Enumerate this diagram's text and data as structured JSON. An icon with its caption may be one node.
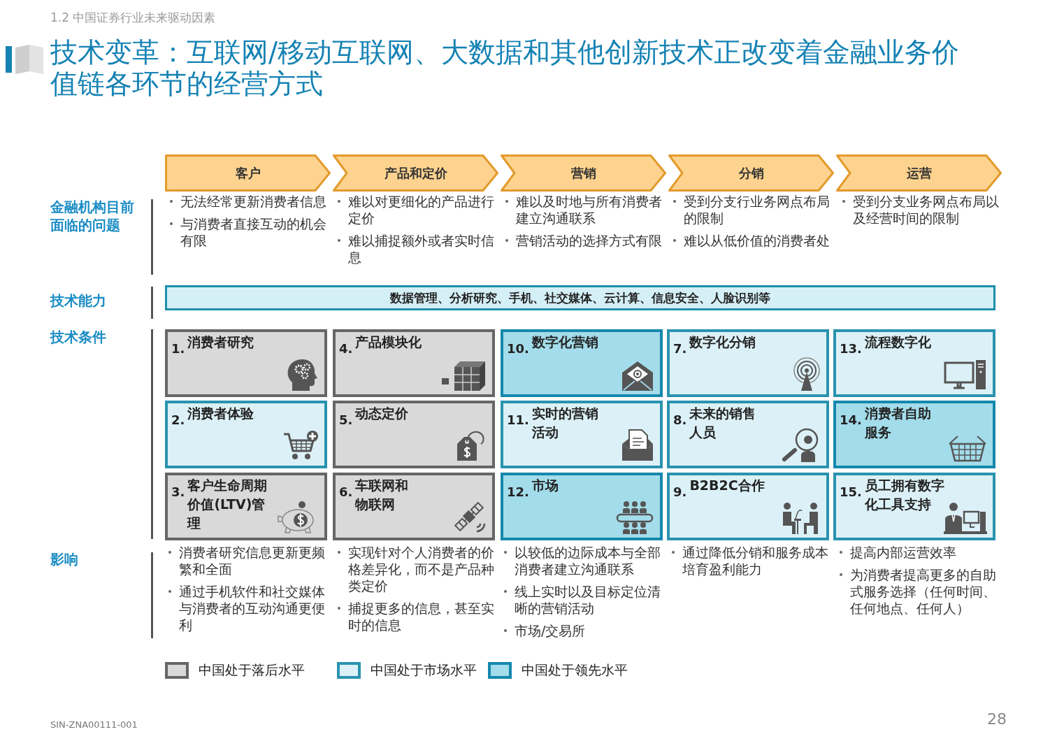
{
  "diagram": {
    "title": "技术变革：互联网/移动互联网、大数据和其他创新技术正改变着金融业务价值链各环节的经营方式",
    "nodes": [
      {
        "text": [
          "客户"
        ]
      },
      {
        "text": [
          "产品和定价"
        ]
      },
      {
        "text": [
          "营销"
        ]
      },
      {
        "text": [
          "分销"
        ]
      },
      {
        "text": [
          "运营"
        ]
      },
      {
        "text": [
          "数据管理、分析研究、手机、社交媒体、云计算、信息安全、人脸识别等"
        ]
      },
      {
        "text": [
          "1.",
          "消费者研究"
        ]
      },
      {
        "text": [
          "4.",
          "产品模块化"
        ]
      },
      {
        "text": [
          "10.",
          "数字化营销"
        ]
      },
      {
        "text": [
          "7.",
          "数字化分销"
        ]
      },
      {
        "text": [
          "13.",
          "流程数字化"
        ]
      },
      {
        "text": [
          "2.",
          "消费者体验"
        ]
      },
      {
        "text": [
          "5.",
          "动态定价"
        ]
      },
      {
        "text": [
          "11.",
          "实时的营销活动"
        ]
      },
      {
        "text": [
          "8.",
          "未来的销售人员"
        ]
      },
      {
        "text": [
          "14.",
          "消费者自助服务"
        ]
      },
      {
        "text": [
          "3.",
          "客户生命周期价值(LTV)管理"
        ]
      },
      {
        "text": [
          "6.",
          "车联网和物联网"
        ]
      },
      {
        "text": [
          "12.",
          "市场"
        ]
      },
      {
        "text": [
          "9.",
          "B2B2C合作"
        ]
      },
      {
        "text": [
          "15.",
          "员工拥有数字化工具支持"
        ]
      }
    ],
    "labels": [
      "1.2 中国证券行业未来驱动因素",
      "金融机构目前面临的问题",
      "无法经常更新消费者信息",
      "与消费者直接互动的机会有限",
      "难以对更细化的产品进行定价",
      "难以捕捉额外或者实时信息",
      "难以及时地与所有消费者建立沟通联系",
      "营销活动的选择方式有限",
      "受到分支行业务网点布局的限制",
      "难以从低价值的消费者处",
      "受到分支业务网点布局以及经营时间的限制",
      "技术能力",
      "技术条件",
      "影响",
      "消费者研究信息更新更频繁和全面",
      "通过手机软件和社交媒体与消费者的互动沟通更便利",
      "实现针对个人消费者的价格差异化，而不是产品种类定价",
      "捕捉更多的信息，甚至实时的信息",
      "以较低的边际成本与全部消费者建立沟通联系",
      "线上实时以及目标定位清晰的营销活动",
      "市场/交易所",
      "通过降低分销和服务成本培育盈利能力",
      "提高内部运营效率",
      "为消费者提高更多的自助式服务选择（任何时间、任何地点、任何人）",
      "SIN-ZNA00111-001",
      "28"
    ],
    "legend": [
      {
        "text": "中国处于落后水平",
        "color": "#d9d9d9"
      },
      {
        "text": "中国处于市场水平",
        "color": "#dcf1f7"
      },
      {
        "text": "中国处于领先水平",
        "color": "#a3dcea"
      }
    ]
  }
}
